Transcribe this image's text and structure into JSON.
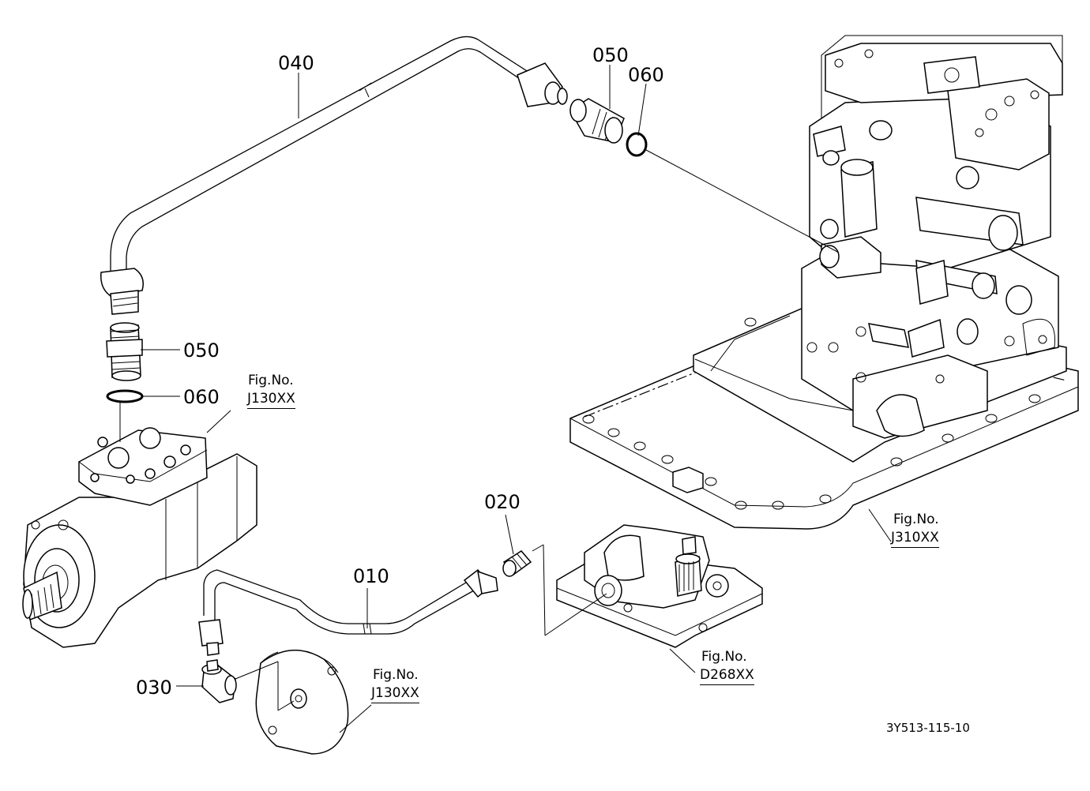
{
  "labels": {
    "p040": "040",
    "p050_top": "050",
    "p060_top": "060",
    "p050_left": "050",
    "p060_left": "060",
    "p020": "020",
    "p010": "010",
    "p030": "030"
  },
  "figrefs": {
    "pump_fig": "Fig.No.",
    "pump_ref": "J130XX",
    "plate_fig": "Fig.No.",
    "plate_ref": "J130XX",
    "trans_fig": "Fig.No.",
    "trans_ref": "J310XX",
    "valve_fig": "Fig.No.",
    "valve_ref": "D268XX"
  },
  "drawing_code": "3Y513-115-10"
}
